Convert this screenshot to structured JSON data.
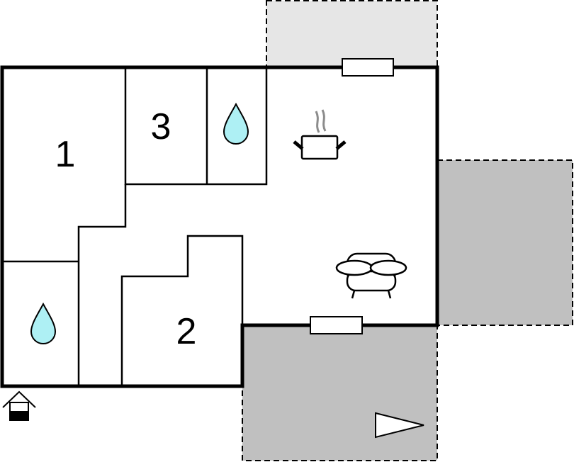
{
  "colors": {
    "terrace": "#c0c0c0",
    "balcony": "#e6e6e6",
    "water": "#aef0f4",
    "wall": "#000000",
    "steam": "#8c8c8c"
  },
  "rooms": [
    {
      "label": "1"
    },
    {
      "label": "2"
    },
    {
      "label": "3"
    }
  ],
  "icons": [
    "water-drop-icon",
    "cooking-pot-icon",
    "sofa-icon",
    "house-entrance-icon",
    "compass-direction-icon"
  ]
}
